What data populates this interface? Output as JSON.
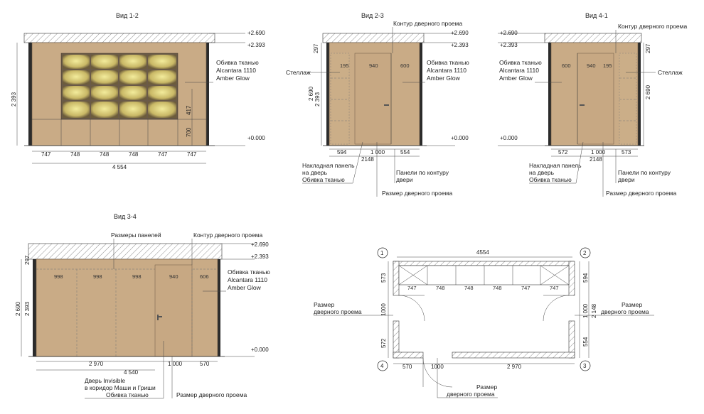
{
  "views": {
    "v12": {
      "title": "Вид 1-2",
      "mark_top": "+2.690",
      "mark_mid": "+2.393",
      "mark_zero": "+0.000",
      "fabric": [
        "Обивка тканью",
        "Alcantara 1110",
        "Amber Glow"
      ],
      "height_total": "2 393",
      "h417": "417",
      "h700": "700",
      "widths": [
        "747",
        "748",
        "748",
        "748",
        "747",
        "747"
      ],
      "total": "4 554"
    },
    "v23": {
      "title": "Вид 2-3",
      "door_contour": "Контур дверного проема",
      "mark_top": "+2.690",
      "mark_mid": "+2.393",
      "mark_zero": "+0.000",
      "fabric": [
        "Обивка тканью",
        "Alcantara 1110",
        "Amber Glow"
      ],
      "rack": "Стеллаж",
      "top_w": [
        "195",
        "940",
        "600"
      ],
      "h297": "297",
      "h2690": "2 690",
      "h2393": "2 393",
      "bottom_w": [
        "594",
        "1 000",
        "554"
      ],
      "total": "2148",
      "overlay": [
        "Накладная панель",
        "на дверь",
        "Обивка тканью"
      ],
      "panels_contour": [
        "Панели по контуру",
        "двери"
      ],
      "opening_size": "Размер дверного проема"
    },
    "v41": {
      "title": "Вид 4-1",
      "door_contour": "Контур дверного проема",
      "mark_top": "+2.690",
      "mark_mid": "+2.393",
      "mark_zero": "+0.000",
      "fabric": [
        "Обивка тканью",
        "Alcantara 1110",
        "Amber Glow"
      ],
      "rack": "Стеллаж",
      "top_w": [
        "600",
        "940",
        "195"
      ],
      "h297": "297",
      "h2690": "2 690",
      "bottom_w": [
        "572",
        "1 000",
        "573"
      ],
      "total": "2148",
      "overlay": [
        "Накладная панель",
        "на дверь",
        "Обивка тканью"
      ],
      "panels_contour": [
        "Панели по контуру",
        "двери"
      ],
      "opening_size": "Размер дверного проема"
    },
    "v34": {
      "title": "Вид 3-4",
      "panel_sizes": "Размеры панелей",
      "door_contour": "Контур дверного проема",
      "mark_top": "+2.690",
      "mark_mid": "+2.393",
      "mark_zero": "+0.000",
      "fabric": [
        "Обивка тканью",
        "Alcantara 1110",
        "Amber Glow"
      ],
      "top_w": [
        "998",
        "998",
        "998",
        "940",
        "606"
      ],
      "h297": "297",
      "h2690": "2 690",
      "h2393": "2 393",
      "w2970": "2 970",
      "w4540": "4 540",
      "w1000": "1 000",
      "w570": "570",
      "door": [
        "Дверь Invisible",
        "в коридор Маши и Гриши",
        "Обивка тканью"
      ],
      "opening_size": "Размер дверного проема"
    }
  },
  "plan": {
    "axes": [
      "1",
      "2",
      "3",
      "4"
    ],
    "total": "4554",
    "shelf_w": [
      "747",
      "748",
      "748",
      "748",
      "747",
      "747"
    ],
    "left_dims": [
      "573",
      "1000",
      "572"
    ],
    "right_dims": [
      "594",
      "1 000",
      "554"
    ],
    "right_total": "2 148",
    "bottom_dims": [
      "570",
      "1000",
      "2 970"
    ],
    "opening_left": [
      "Размер",
      "дверного проема"
    ],
    "opening_right": [
      "Размер",
      "дверного проема"
    ],
    "opening_bottom": [
      "Размер",
      "дверного проема"
    ]
  },
  "colors": {
    "panel": "#c9ab86",
    "glow": "#e8dd8a",
    "wall": "#2b2b2b"
  }
}
